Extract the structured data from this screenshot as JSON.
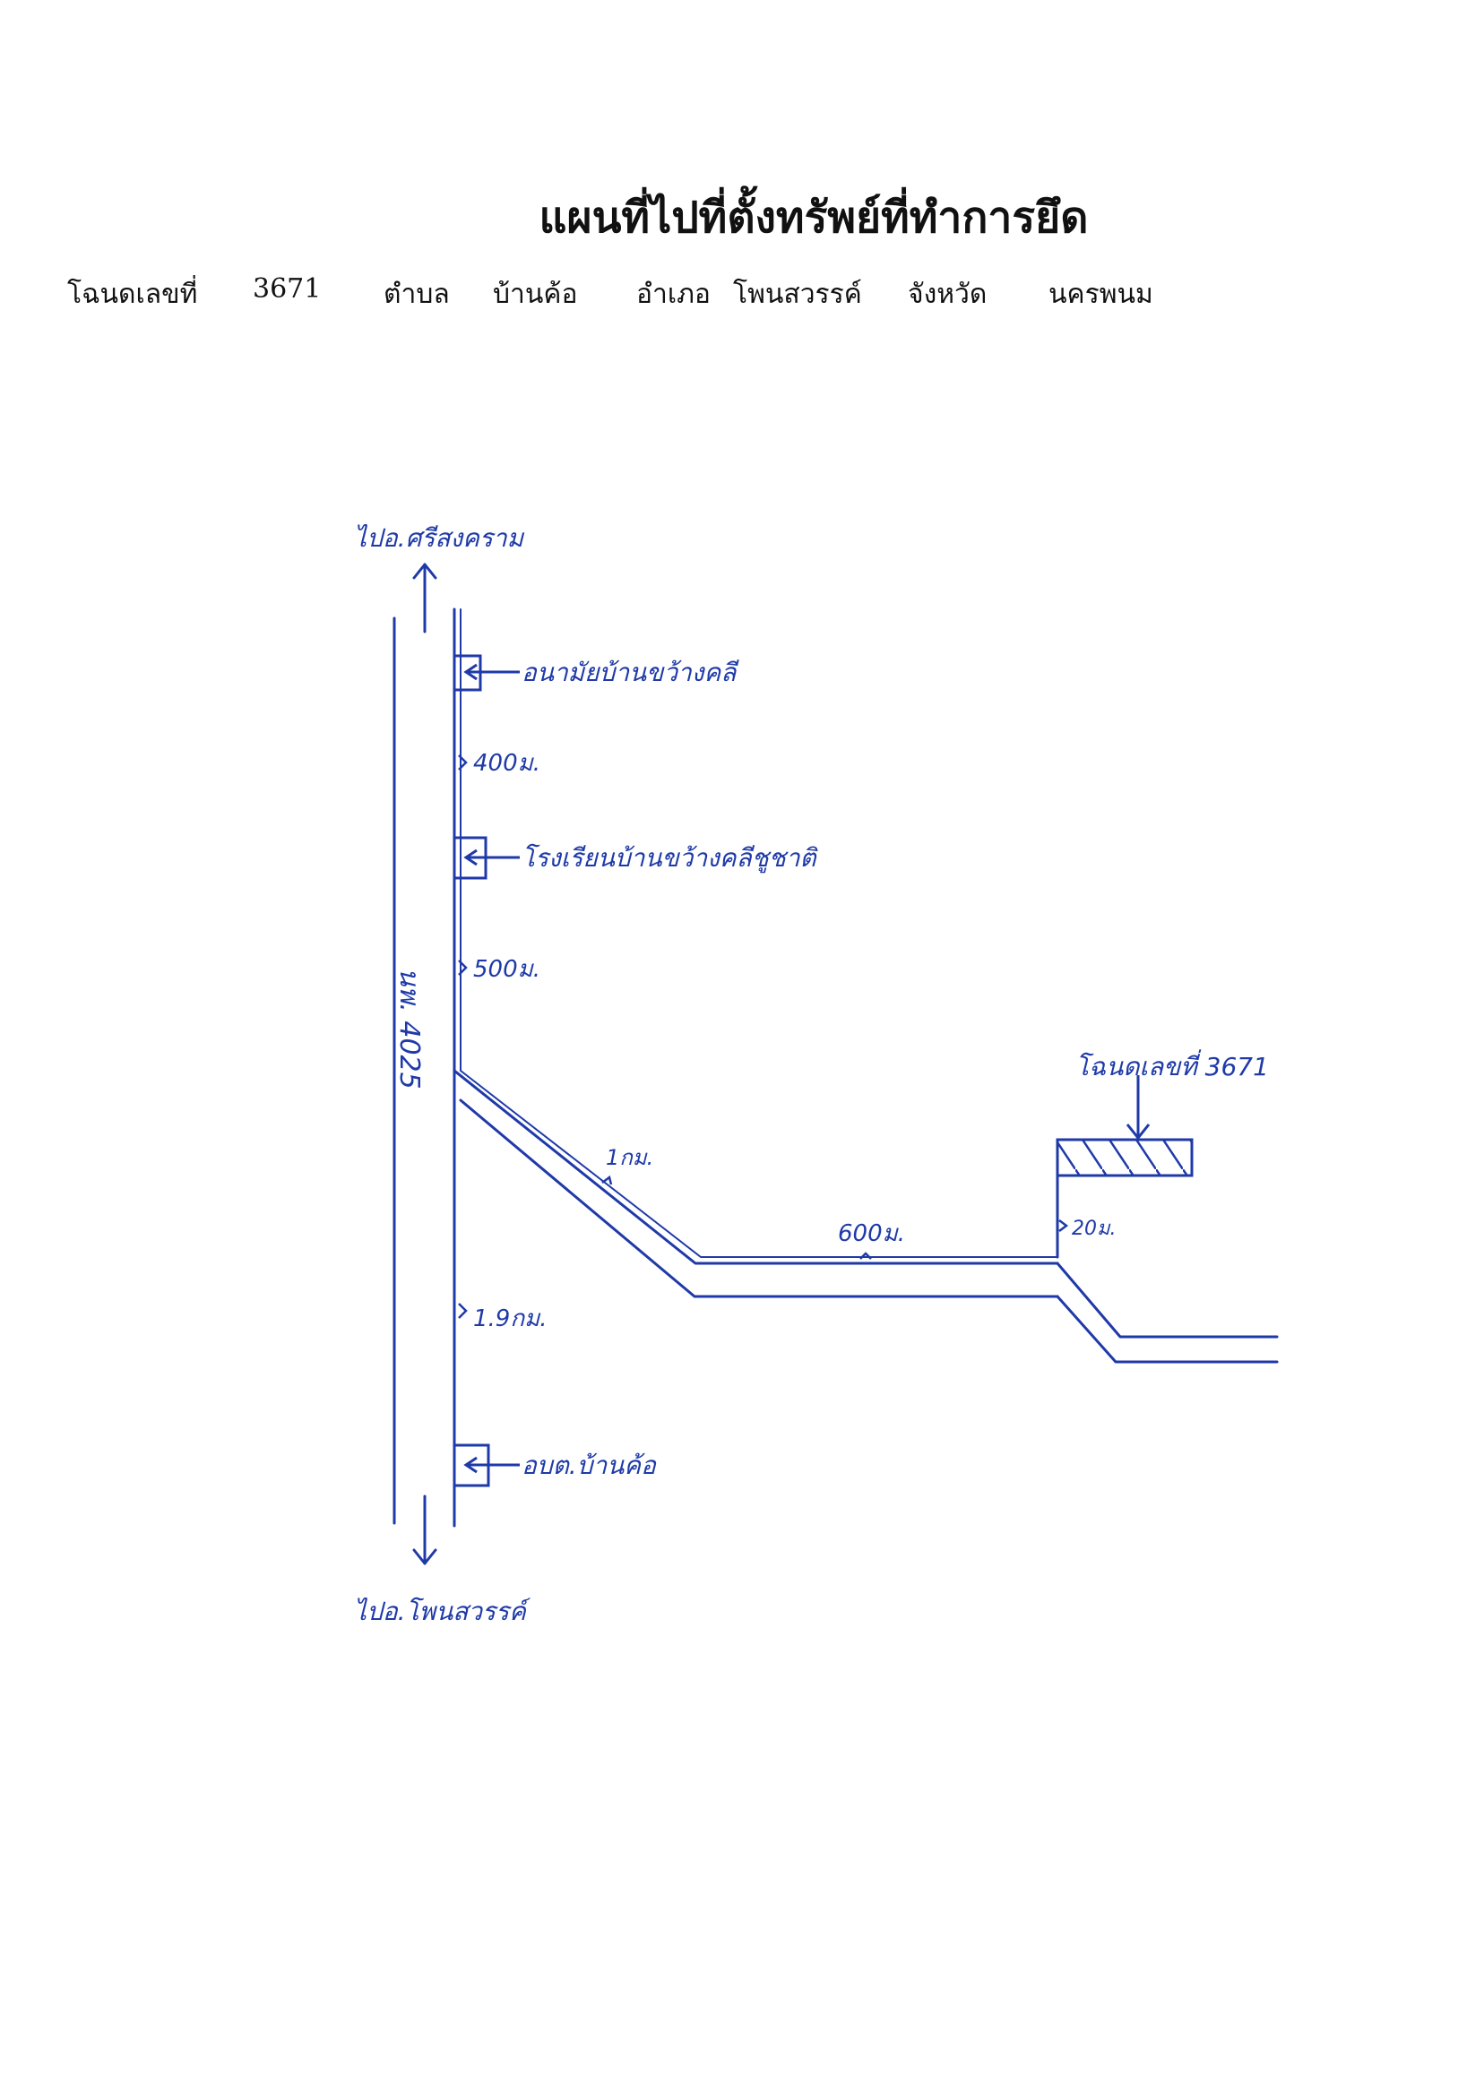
{
  "title": "แผนที่ไปที่ตั้งทรัพย์ที่ทำการยึด",
  "info": {
    "deed_label": "โฉนดเลขที่",
    "deed_no": "3671",
    "tambon_label": "ตำบล",
    "tambon": "บ้านค้อ",
    "amphoe_label": "อำเภอ",
    "amphoe": "โพนสวรรค์",
    "province_label": "จังหวัด",
    "province": "นครพนม"
  },
  "map": {
    "to_north": "ไปอ.ศรีสงคราม",
    "to_south": "ไปอ.โพนสวรรค์",
    "road_name": "นพ. 4025",
    "health_station": "อนามัยบ้านขว้างคลี",
    "school": "โรงเรียนบ้านขว้างคลีชูชาติ",
    "tao": "อบต.บ้านค้อ",
    "deed_target": "โฉนดเลขที่ 3671",
    "dist_400": "400ม.",
    "dist_500": "500ม.",
    "dist_1km": "1กม.",
    "dist_600": "600ม.",
    "dist_20": "20ม.",
    "dist_1_9km": "1.9กม."
  },
  "colors": {
    "ink": "#1f3aa8"
  }
}
